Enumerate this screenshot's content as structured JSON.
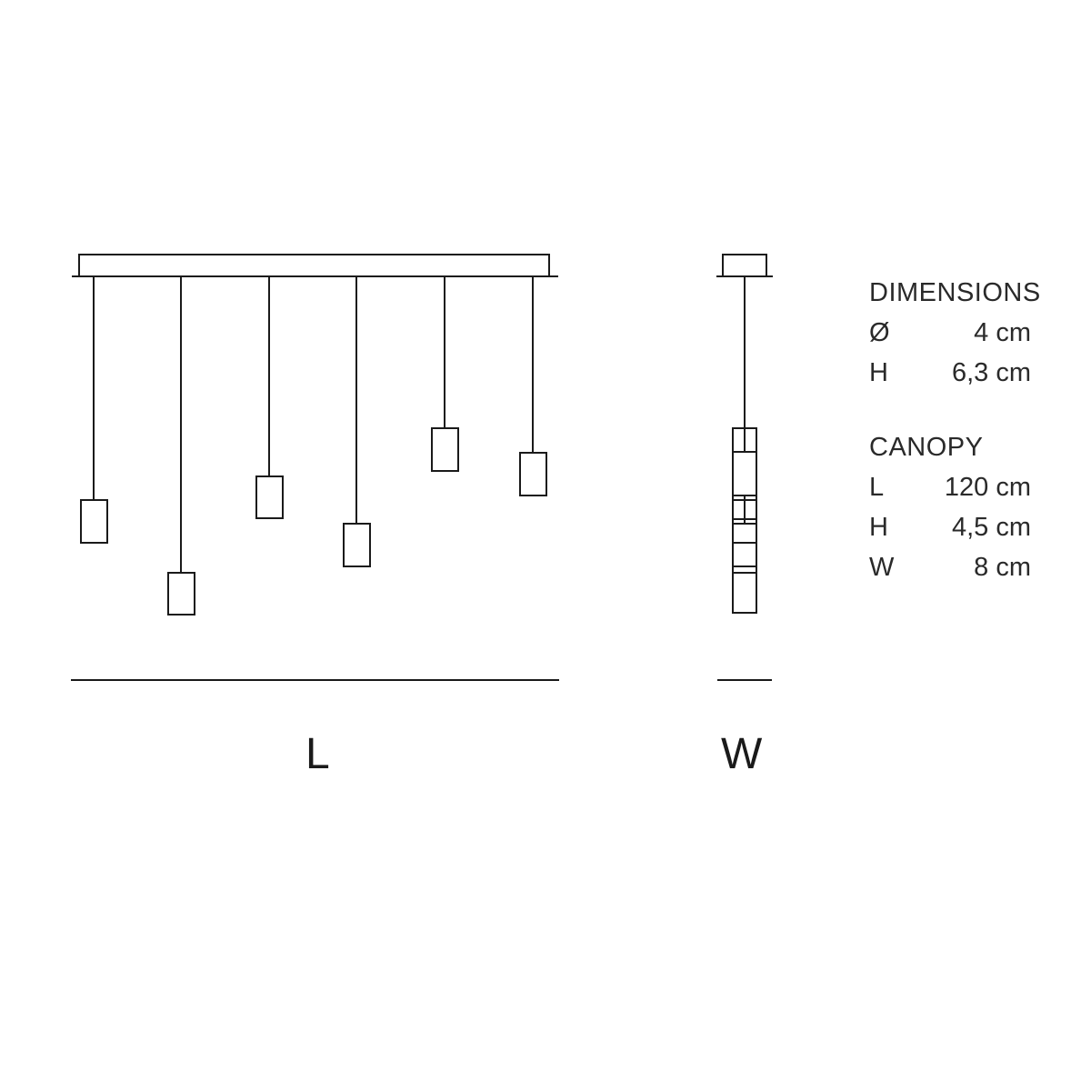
{
  "drawing": {
    "length_label": "L",
    "width_label": "W",
    "line_color": "#1a1a1a"
  },
  "specs": {
    "dimensions": {
      "title": "DIMENSIONS",
      "rows": [
        {
          "key": "Ø",
          "value": "4 cm"
        },
        {
          "key": "H",
          "value": "6,3 cm"
        }
      ]
    },
    "canopy": {
      "title": "CANOPY",
      "rows": [
        {
          "key": "L",
          "value": "120 cm"
        },
        {
          "key": "H",
          "value": "4,5 cm"
        },
        {
          "key": "W",
          "value": "8 cm"
        }
      ]
    }
  }
}
